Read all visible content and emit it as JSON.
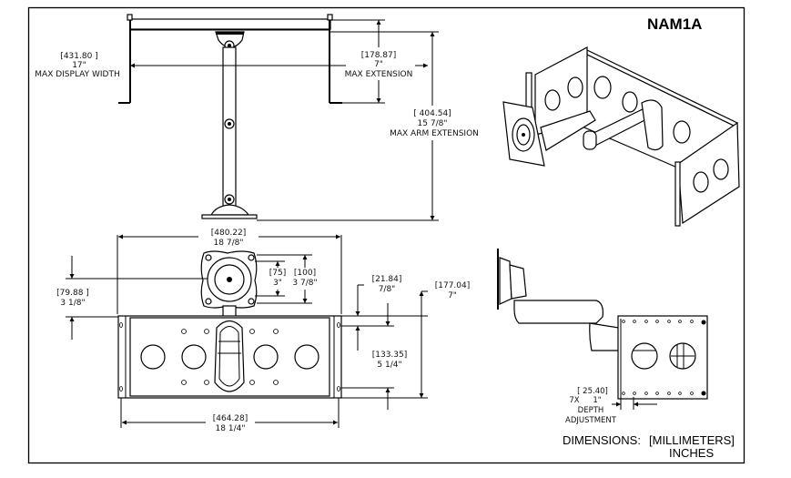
{
  "drawing": {
    "model": "NAM1A",
    "units_label": "DIMENSIONS:",
    "units_primary": "[MILLIMETERS]",
    "units_secondary": "INCHES"
  },
  "side_view": {
    "max_display_width": {
      "mm": "[431.80 ]",
      "in": "17\"",
      "label": "MAX DISPLAY WIDTH"
    },
    "max_extension": {
      "mm": "[178.87]",
      "in": "7\"",
      "label": "MAX EXTENSION"
    },
    "max_arm_extension": {
      "mm": "[ 404.54]",
      "in": "15 7/8\"",
      "label": "MAX ARM EXTENSION"
    }
  },
  "front_view": {
    "overall_width": {
      "mm": "[480.22]",
      "in": "18 7/8\""
    },
    "mount_offset": {
      "mm": "[79.88 ]",
      "in": "3 1/8\""
    },
    "vesa_75": {
      "mm": "[75]",
      "in": "3\""
    },
    "vesa_100": {
      "mm": "[100]",
      "in": "3 7/8\""
    },
    "top_offset": {
      "mm": "[21.84]",
      "in": "7/8\""
    },
    "overall_height": {
      "mm": "[177.04]",
      "in": "7\""
    },
    "hole_spacing": {
      "mm": "[133.35]",
      "in": "5 1/4\""
    },
    "plate_width": {
      "mm": "[464.28]",
      "in": "18 1/4\""
    }
  },
  "side_detail": {
    "depth_adjustment": {
      "mm": "[ 25.40]",
      "count": "7X",
      "in": "1\"",
      "label_1": "DEPTH",
      "label_2": "ADJUSTMENT"
    }
  }
}
